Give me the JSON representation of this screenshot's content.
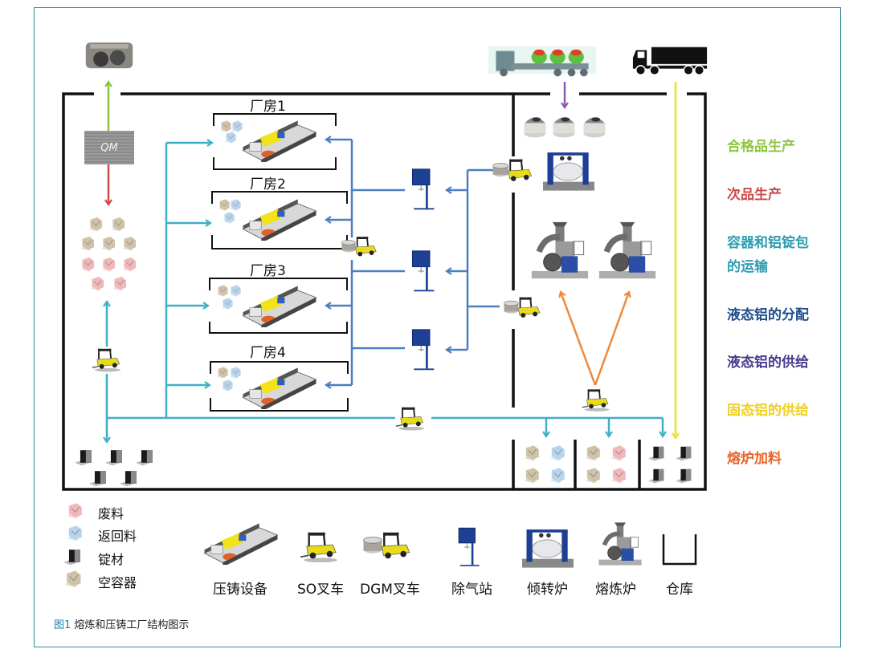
{
  "halls": [
    {
      "title": "厂房1"
    },
    {
      "title": "厂房2"
    },
    {
      "title": "厂房3"
    },
    {
      "title": "厂房4"
    }
  ],
  "qm_label": "QM",
  "flow_legend": [
    {
      "label": "合格品生产",
      "color": "#8cc63f"
    },
    {
      "label": "次品生产",
      "color": "#c94a4a"
    },
    {
      "label": "容器和铝锭包",
      "label2": "的运输",
      "color": "#2f9db0"
    },
    {
      "label": "液态铝的分配",
      "color": "#1f4e8c"
    },
    {
      "label": "液态铝的供给",
      "color": "#4a3a8c"
    },
    {
      "label": "固态铝的供给",
      "color": "#f0d020"
    },
    {
      "label": "熔炉加料",
      "color": "#e8642a"
    }
  ],
  "material_legend": [
    {
      "label": "废料",
      "icon": "scrap-icon",
      "color": "#f0b8b8"
    },
    {
      "label": "返回料",
      "icon": "return-material-icon",
      "color": "#b8d4ec"
    },
    {
      "label": "锭材",
      "icon": "ingot-icon",
      "color": "#222222"
    },
    {
      "label": "空容器",
      "icon": "empty-container-icon",
      "color": "#cfc2a8"
    }
  ],
  "equipment_legend": [
    {
      "label": "压铸设备",
      "icon": "die-casting-machine-icon"
    },
    {
      "label": "SO叉车",
      "icon": "so-forklift-icon"
    },
    {
      "label": "DGM叉车",
      "icon": "dgm-forklift-icon"
    },
    {
      "label": "除气站",
      "icon": "degassing-station-icon"
    },
    {
      "label": "倾转炉",
      "icon": "tilting-furnace-icon"
    },
    {
      "label": "熔炼炉",
      "icon": "melting-furnace-icon"
    },
    {
      "label": "仓库",
      "icon": "warehouse-icon"
    }
  ],
  "caption": {
    "fig": "图1",
    "text": " 熔炼和压铸工厂结构图示"
  },
  "colors": {
    "border": "#2e8a9a",
    "wall": "#111111",
    "good": "#8cc63f",
    "defect": "#c94a4a",
    "transport": "#3fb0c4",
    "distribution": "#4a7fc0",
    "liquid_supply": "#8a5ab8",
    "solid_supply": "#f0e020",
    "charging": "#f0883a"
  }
}
